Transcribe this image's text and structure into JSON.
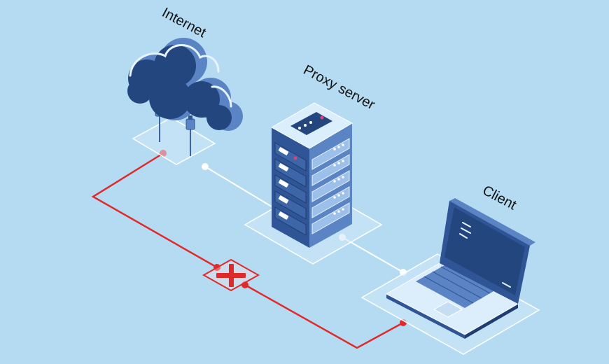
{
  "labels": {
    "internet": "Internet",
    "proxy": "Proxy server",
    "client": "Client"
  },
  "colors": {
    "background": "#b5dbf3",
    "primary": "#2f5596",
    "primary_dark": "#1f3d70",
    "primary_light": "#5b84c4",
    "pale": "#d8ecfa",
    "link": "#ffffff",
    "blocked": "#e02a2a"
  },
  "icons": {
    "cloud": "cloud-icon",
    "server": "server-rack-icon",
    "laptop": "laptop-icon",
    "blocked": "blocked-cross-icon"
  },
  "connections": [
    {
      "from": "Internet",
      "to": "Proxy server",
      "status": "allowed"
    },
    {
      "from": "Proxy server",
      "to": "Client",
      "status": "allowed"
    },
    {
      "from": "Internet",
      "to": "Client",
      "status": "blocked"
    }
  ]
}
